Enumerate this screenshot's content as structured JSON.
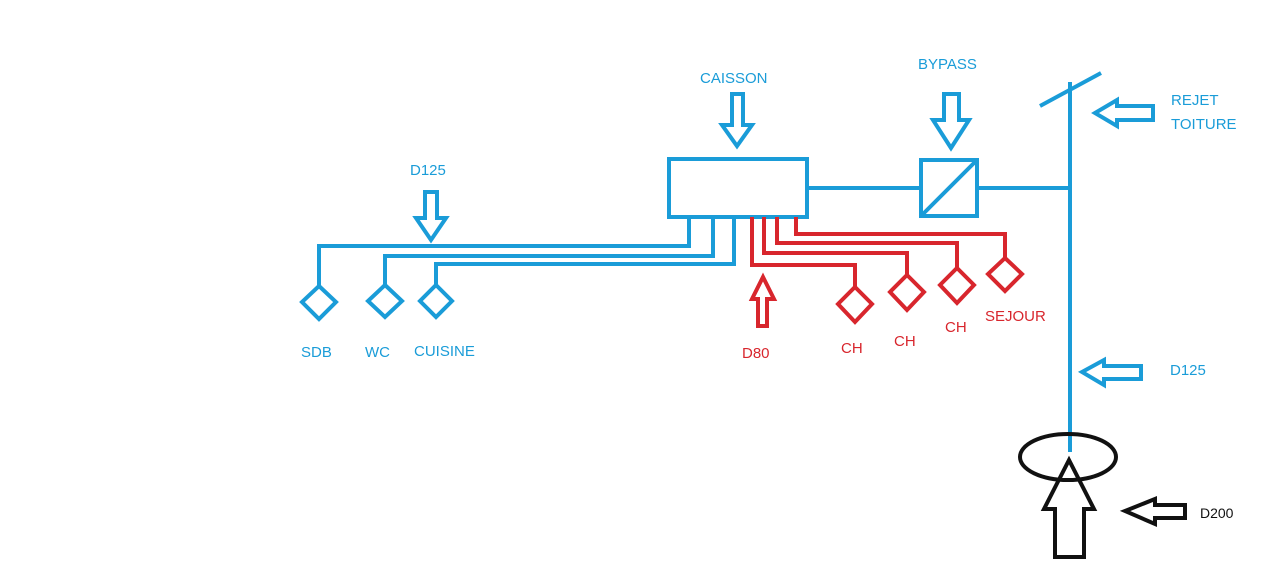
{
  "colors": {
    "supply_network": "#1a9cd8",
    "extract_network": "#d8262d",
    "outdoor": "#111111"
  },
  "labels": {
    "caisson": "CAISSON",
    "bypass": "BYPASS",
    "rejet_line1": "REJET",
    "rejet_line2": "TOITURE",
    "d125_left": "D125",
    "d125_right": "D125",
    "d80": "D80",
    "d200": "D200"
  },
  "blue_outlets": [
    {
      "label": "SDB"
    },
    {
      "label": "WC"
    },
    {
      "label": "CUISINE"
    }
  ],
  "red_outlets": [
    {
      "label": "CH"
    },
    {
      "label": "CH"
    },
    {
      "label": "CH"
    },
    {
      "label": "SEJOUR"
    }
  ]
}
